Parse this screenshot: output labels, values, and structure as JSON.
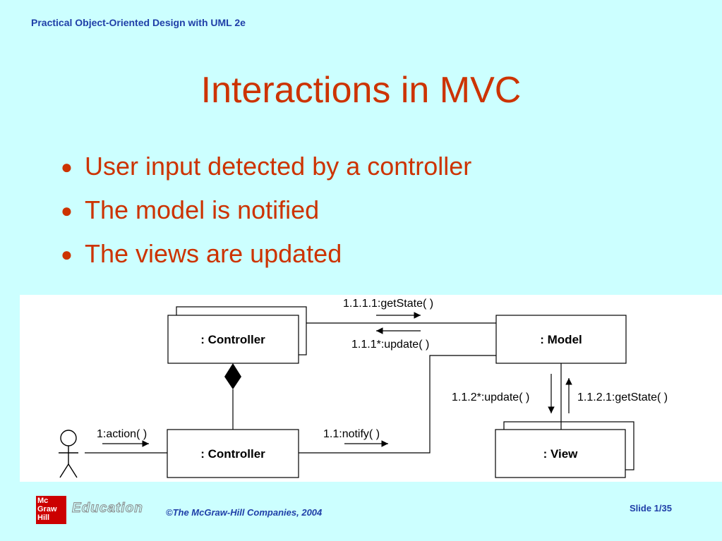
{
  "header": {
    "course_title": "Practical Object-Oriented Design with UML 2e"
  },
  "slide": {
    "title": "Interactions in MVC",
    "bullet_symbol": "●",
    "bullets": [
      "User input detected by a controller",
      "The model is notified",
      "The views are updated"
    ]
  },
  "diagram": {
    "objects": {
      "controller_top": ": Controller",
      "controller_bottom": ": Controller",
      "model": ": Model",
      "view": ": View"
    },
    "messages": {
      "action": "1:action( )",
      "notify": "1.1:notify( )",
      "update_controller": "1.1.1*:update( )",
      "getstate_controller": "1.1.1.1:getState( )",
      "update_view": "1.1.2*:update( )",
      "getstate_view": "1.1.2.1:getState( )"
    }
  },
  "footer": {
    "logo_lines": [
      "Mc",
      "Graw",
      "Hill"
    ],
    "education": "Education",
    "copyright": "©The McGraw-Hill Companies, 2004",
    "slide_number": "Slide 1/35"
  },
  "colors": {
    "background": "#ccffff",
    "title": "#cc3300",
    "header_text": "#1f3fa8",
    "logo": "#cc0000"
  }
}
